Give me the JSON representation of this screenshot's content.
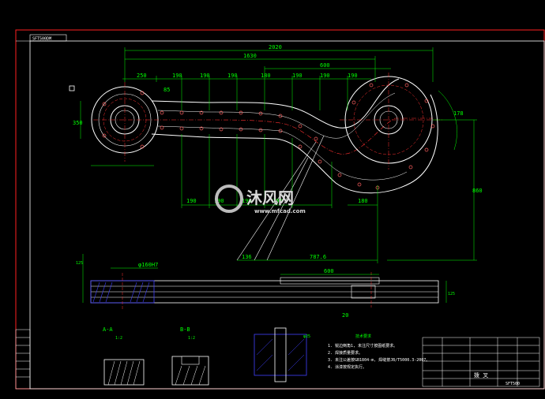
{
  "drawing": {
    "stamp": "SFT500DM",
    "watermark_brand": "沐风网",
    "watermark_url": "www.mfcad.com"
  },
  "top_dims": {
    "d2020": "2020",
    "d1630": "1630",
    "d600": "600",
    "chain": [
      "250",
      "190",
      "190",
      "190",
      "180",
      "190",
      "190",
      "190"
    ],
    "d85": "85"
  },
  "bottom_dims": {
    "chain": [
      "190",
      "190",
      "190",
      "190",
      "180"
    ],
    "d136": "136",
    "d787": "787.6"
  },
  "side_dims": {
    "d350": "350",
    "d860": "860",
    "d125a": "125",
    "d125b": "125",
    "d178": "178",
    "d20": "20"
  },
  "labels": {
    "phi160": "φ160H7",
    "view_600": "600",
    "section_a": "A-A",
    "section_b": "B-B",
    "scale_a": "1:2",
    "scale_b": "1:2",
    "phi25": "φ25",
    "notes_title": "技术要求",
    "notes": [
      "1. 锐边倒角1, 未注尺寸按图纸要求。",
      "2. 焊接质量要求。",
      "3. 未注公差按GB1804-m, 焊缝按JB/T5000.3-2007。",
      "4. 涂漆按规定执行。"
    ]
  },
  "title_block": {
    "name": "拨 叉",
    "code": "SFT500"
  },
  "colors": {
    "border": "#ff2020",
    "line": "#ffffff",
    "dim": "#00ff00",
    "center": "#ff3030",
    "hatch": "#4040ff"
  }
}
